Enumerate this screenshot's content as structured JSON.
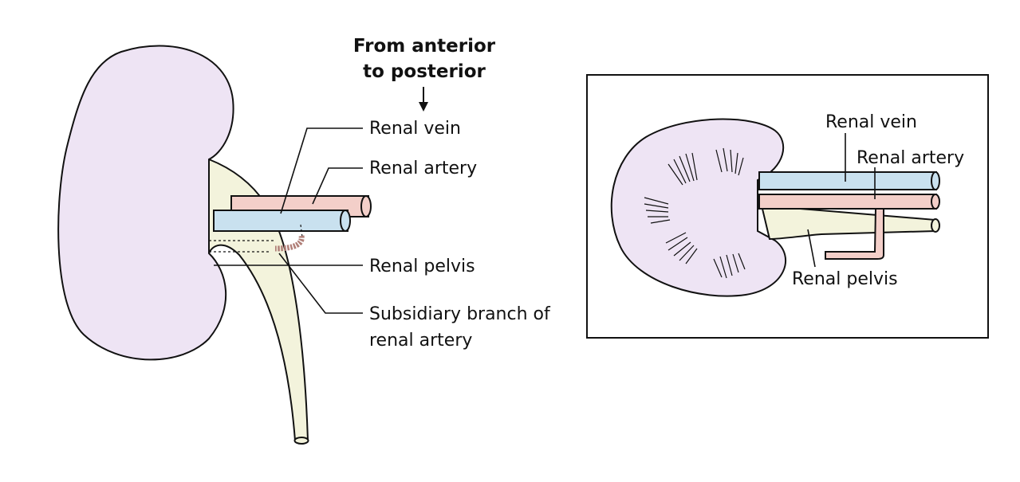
{
  "colors": {
    "kidney": "#eee4f4",
    "vein": "#c9e1ef",
    "artery": "#f3cfc9",
    "pelvis": "#f3f3dc",
    "branch": "#b07f78"
  },
  "left_figure": {
    "direction_label_line1": "From anterior",
    "direction_label_line2": "to posterior",
    "labels": {
      "renal_vein": "Renal vein",
      "renal_artery": "Renal artery",
      "renal_pelvis": "Renal pelvis",
      "subsidiary_line1": "Subsidiary branch of",
      "subsidiary_line2": "renal artery"
    }
  },
  "inset_figure": {
    "labels": {
      "renal_vein": "Renal vein",
      "renal_artery": "Renal artery",
      "renal_pelvis": "Renal pelvis"
    }
  }
}
